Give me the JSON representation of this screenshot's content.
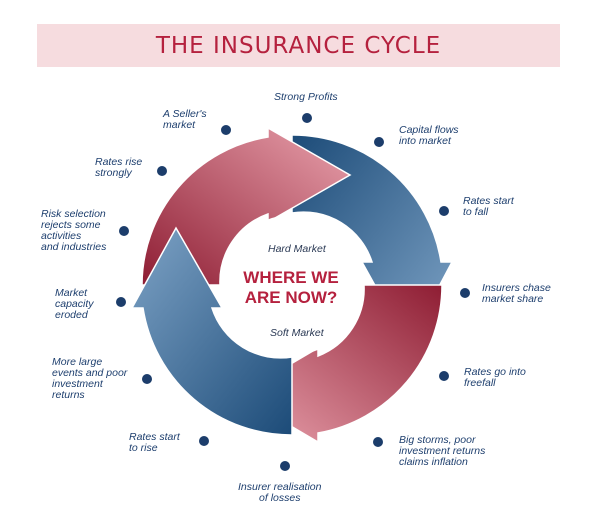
{
  "title": "THE INSURANCE CYCLE",
  "center": {
    "line1": "WHERE WE",
    "line2": "ARE NOW?",
    "top_label": "Hard Market",
    "bottom_label": "Soft Market"
  },
  "stages": [
    {
      "line1": "Strong Profits",
      "line2": "",
      "line3": "",
      "line4": ""
    },
    {
      "line1": "Capital flows",
      "line2": "into market",
      "line3": "",
      "line4": ""
    },
    {
      "line1": "Rates start",
      "line2": "to fall",
      "line3": "",
      "line4": ""
    },
    {
      "line1": "Insurers chase",
      "line2": "market share",
      "line3": "",
      "line4": ""
    },
    {
      "line1": "Rates go into",
      "line2": "freefall",
      "line3": "",
      "line4": ""
    },
    {
      "line1": "Big storms, poor",
      "line2": "investment returns",
      "line3": "claims inflation",
      "line4": ""
    },
    {
      "line1": "Insurer realisation",
      "line2": "of losses",
      "line3": "",
      "line4": ""
    },
    {
      "line1": "Rates start",
      "line2": "to rise",
      "line3": "",
      "line4": ""
    },
    {
      "line1": "More large",
      "line2": "events and poor",
      "line3": "investment",
      "line4": "returns"
    },
    {
      "line1": "Market",
      "line2": "capacity",
      "line3": "eroded",
      "line4": ""
    },
    {
      "line1": "Risk selection",
      "line2": "rejects some",
      "line3": "activities",
      "line4": "and industries"
    },
    {
      "line1": "Rates rise",
      "line2": "strongly",
      "line3": "",
      "line4": ""
    },
    {
      "line1": "A Seller's",
      "line2": "market",
      "line3": "",
      "line4": ""
    }
  ],
  "colors": {
    "banner_bg": "#f6dcdf",
    "title": "#b5213e",
    "red_arrow": "#b72f45",
    "blue_arrow": "#1f4e7c",
    "dot": "#1c3d6b",
    "label": "#1e3f6e"
  }
}
